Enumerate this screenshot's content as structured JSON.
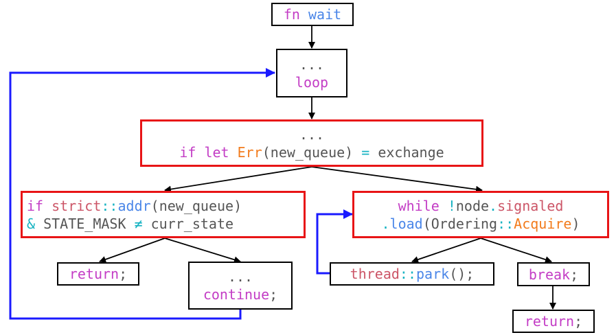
{
  "diagram": {
    "colors": {
      "keyword": "#c33dc5",
      "function": "#4a86e8",
      "type": "#f27b1c",
      "operator": "#17b3c2",
      "path": "#cc5567",
      "plain": "#555555",
      "highlight_border": "#e81416",
      "back_edge": "#1a1aff"
    },
    "nodes": {
      "fn_wait": [
        [
          {
            "t": "fn",
            "c": "kw"
          },
          {
            "t": " ",
            "c": "plain"
          },
          {
            "t": "wait",
            "c": "fn"
          }
        ]
      ],
      "loop": [
        [
          {
            "t": "...",
            "c": "plain"
          }
        ],
        [
          {
            "t": "loop",
            "c": "kw"
          }
        ]
      ],
      "exchange": [
        [
          {
            "t": "...",
            "c": "plain"
          }
        ],
        [
          {
            "t": "if",
            "c": "kw"
          },
          {
            "t": " ",
            "c": "plain"
          },
          {
            "t": "let",
            "c": "kw"
          },
          {
            "t": " ",
            "c": "plain"
          },
          {
            "t": "Err",
            "c": "typ"
          },
          {
            "t": "(new_queue) ",
            "c": "plain"
          },
          {
            "t": "=",
            "c": "op"
          },
          {
            "t": " exchange",
            "c": "plain"
          }
        ]
      ],
      "strict_check": [
        [
          {
            "t": "if",
            "c": "kw"
          },
          {
            "t": " ",
            "c": "plain"
          },
          {
            "t": "strict",
            "c": "pth"
          },
          {
            "t": "::",
            "c": "op"
          },
          {
            "t": "addr",
            "c": "fn"
          },
          {
            "t": "(new_queue)",
            "c": "plain"
          }
        ],
        [
          {
            "t": "&",
            "c": "op"
          },
          {
            "t": " STATE_MASK ",
            "c": "plain"
          },
          {
            "t": "≠",
            "c": "op"
          },
          {
            "t": " curr_state",
            "c": "plain"
          }
        ]
      ],
      "while_loop": [
        [
          {
            "t": "while",
            "c": "kw"
          },
          {
            "t": " ",
            "c": "plain"
          },
          {
            "t": "!",
            "c": "op"
          },
          {
            "t": "node",
            "c": "plain"
          },
          {
            "t": ".",
            "c": "op"
          },
          {
            "t": "signaled",
            "c": "pth"
          }
        ],
        [
          {
            "t": ".",
            "c": "op"
          },
          {
            "t": "load",
            "c": "fn"
          },
          {
            "t": "(Ordering",
            "c": "plain"
          },
          {
            "t": "::",
            "c": "op"
          },
          {
            "t": "Acquire",
            "c": "typ"
          },
          {
            "t": ")",
            "c": "plain"
          }
        ]
      ],
      "return_left": [
        [
          {
            "t": "return",
            "c": "kw"
          },
          {
            "t": ";",
            "c": "plain"
          }
        ]
      ],
      "continue": [
        [
          {
            "t": "...",
            "c": "plain"
          }
        ],
        [
          {
            "t": "continue",
            "c": "kw"
          },
          {
            "t": ";",
            "c": "plain"
          }
        ]
      ],
      "park": [
        [
          {
            "t": "thread",
            "c": "pth"
          },
          {
            "t": "::",
            "c": "op"
          },
          {
            "t": "park",
            "c": "fn"
          },
          {
            "t": "();",
            "c": "plain"
          }
        ]
      ],
      "break": [
        [
          {
            "t": "break",
            "c": "kw"
          },
          {
            "t": ";",
            "c": "plain"
          }
        ]
      ],
      "return_right": [
        [
          {
            "t": "return",
            "c": "kw"
          },
          {
            "t": ";",
            "c": "plain"
          }
        ]
      ]
    }
  }
}
